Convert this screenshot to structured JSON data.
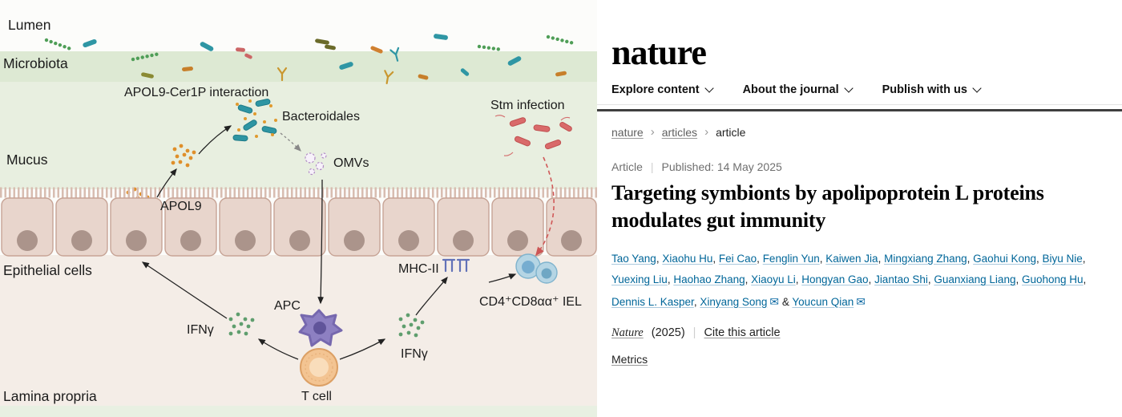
{
  "diagram": {
    "labels": {
      "lumen": "Lumen",
      "microbiota": "Microbiota",
      "apol9_cer1p": "APOL9-Cer1P interaction",
      "bacteroidales": "Bacteroidales",
      "stm_infection": "Stm infection",
      "mucus": "Mucus",
      "omvs": "OMVs",
      "apol9": "APOL9",
      "epithelial_cells": "Epithelial cells",
      "mhc_ii": "MHC-II",
      "iel": "CD4⁺CD8αα⁺ IEL",
      "ifng_left": "IFNγ",
      "apc": "APC",
      "ifng_right": "IFNγ",
      "t_cell": "T cell",
      "lamina_propria": "Lamina propria"
    },
    "colors": {
      "apol9_orange": "#df8f2a",
      "ifng_green": "#5f9e6e",
      "stm_red": "#d96a6a",
      "bacteroidales_teal": "#2e95a3"
    }
  },
  "journal": {
    "logo": "nature",
    "nav": [
      {
        "label": "Explore content"
      },
      {
        "label": "About the journal"
      },
      {
        "label": "Publish with us"
      }
    ],
    "breadcrumb": [
      {
        "label": "nature"
      },
      {
        "label": "articles"
      },
      {
        "label": "article"
      }
    ],
    "breadcrumb_separator": "›",
    "meta": {
      "type": "Article",
      "separator": "|",
      "published": "Published: 14 May 2025"
    },
    "title": "Targeting symbionts by apolipoprotein L proteins modulates gut immunity",
    "authors": [
      {
        "name": "Tao Yang"
      },
      {
        "name": "Xiaohu Hu"
      },
      {
        "name": "Fei Cao"
      },
      {
        "name": "Fenglin Yun"
      },
      {
        "name": "Kaiwen Jia"
      },
      {
        "name": "Mingxiang Zhang"
      },
      {
        "name": "Gaohui Kong"
      },
      {
        "name": "Biyu Nie"
      },
      {
        "name": "Yuexing Liu"
      },
      {
        "name": "Haohao Zhang"
      },
      {
        "name": "Xiaoyu Li"
      },
      {
        "name": "Hongyan Gao"
      },
      {
        "name": "Jiantao Shi"
      },
      {
        "name": "Guanxiang Liang"
      },
      {
        "name": "Guohong Hu"
      },
      {
        "name": "Dennis L. Kasper"
      },
      {
        "name": "Xinyang Song",
        "email": true
      },
      {
        "name": "Youcun Qian",
        "email": true,
        "amp": true
      }
    ],
    "authors_sep": ", ",
    "authors_amp": " & ",
    "email_icon": "✉",
    "citation": {
      "journal": "Nature",
      "year": "(2025)",
      "separator": "|",
      "cite_label": "Cite this article"
    },
    "metrics": "Metrics",
    "link_color": "#006699"
  }
}
